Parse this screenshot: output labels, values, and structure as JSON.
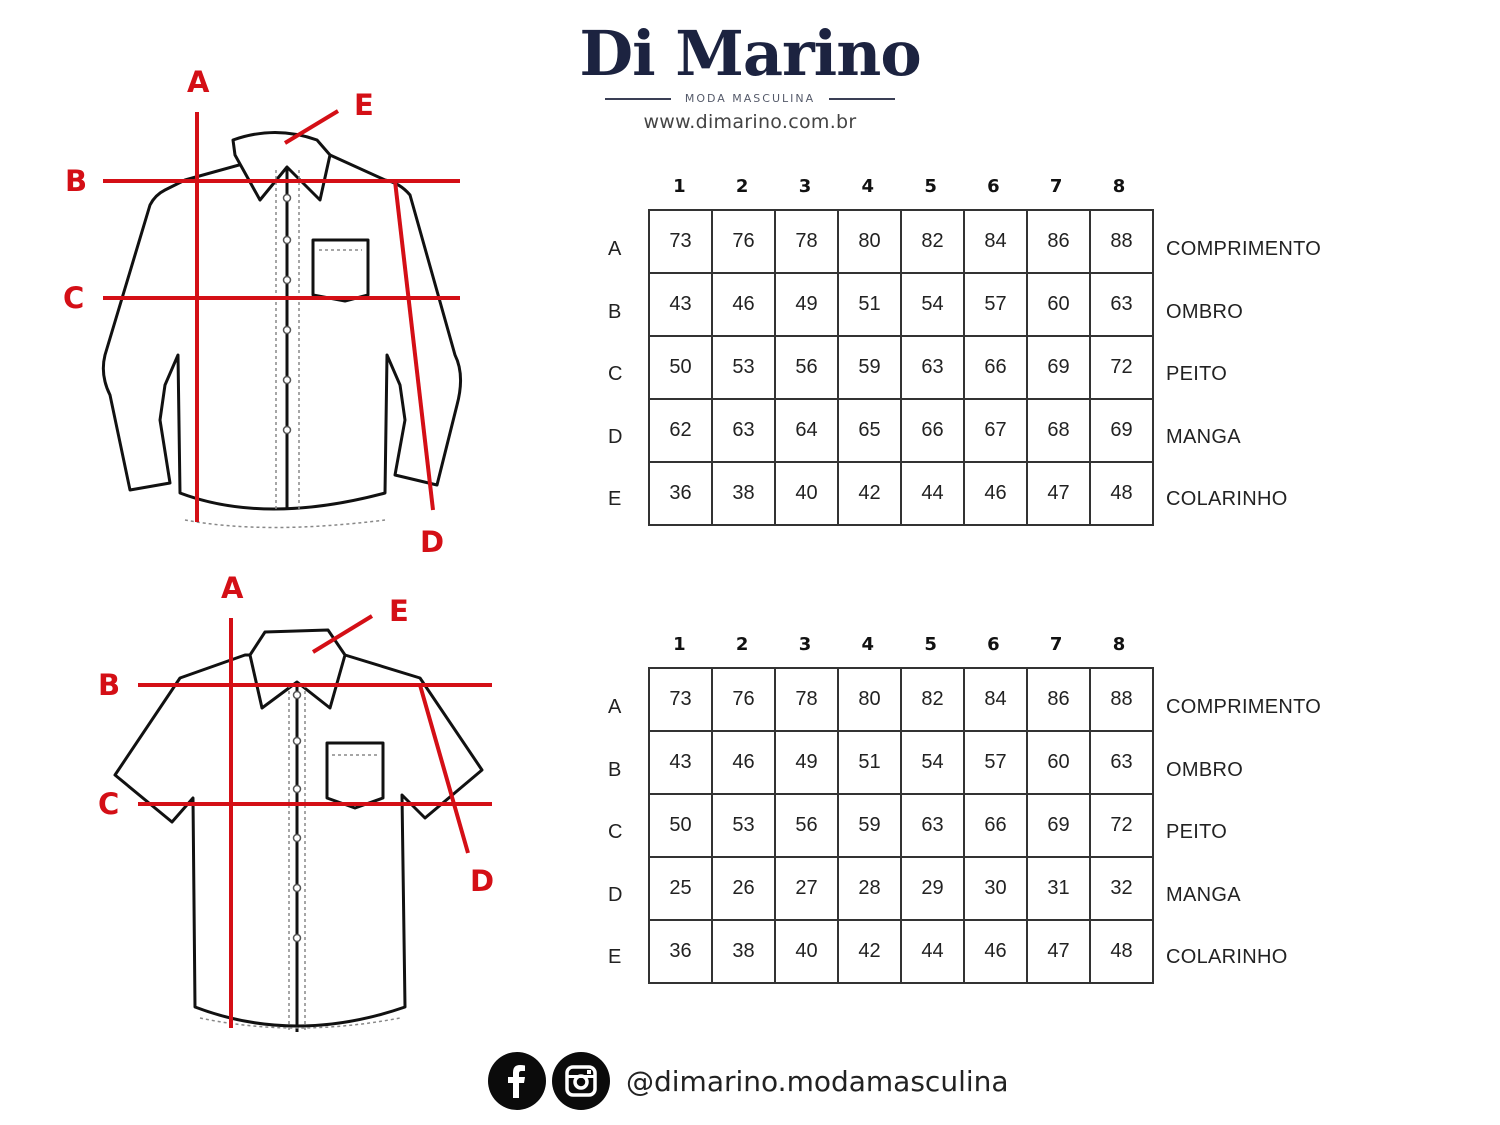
{
  "brand": {
    "name": "Di Marino",
    "tagline": "MODA MASCULINA",
    "website": "www.dimarino.com.br",
    "primary_color": "#1c2340",
    "accent_color": "#d40f16"
  },
  "diagrams": {
    "long_sleeve": {
      "labels": [
        "A",
        "B",
        "C",
        "D",
        "E"
      ],
      "icon": "long-sleeve-shirt-icon"
    },
    "short_sleeve": {
      "labels": [
        "A",
        "B",
        "C",
        "D",
        "E"
      ],
      "icon": "short-sleeve-shirt-icon"
    }
  },
  "tables": {
    "long_sleeve": {
      "columns": [
        "1",
        "2",
        "3",
        "4",
        "5",
        "6",
        "7",
        "8"
      ],
      "rows": [
        {
          "letter": "A",
          "name": "COMPRIMENTO",
          "values": [
            "73",
            "76",
            "78",
            "80",
            "82",
            "84",
            "86",
            "88"
          ]
        },
        {
          "letter": "B",
          "name": "OMBRO",
          "values": [
            "43",
            "46",
            "49",
            "51",
            "54",
            "57",
            "60",
            "63"
          ]
        },
        {
          "letter": "C",
          "name": "PEITO",
          "values": [
            "50",
            "53",
            "56",
            "59",
            "63",
            "66",
            "69",
            "72"
          ]
        },
        {
          "letter": "D",
          "name": "MANGA",
          "values": [
            "62",
            "63",
            "64",
            "65",
            "66",
            "67",
            "68",
            "69"
          ]
        },
        {
          "letter": "E",
          "name": "COLARINHO",
          "values": [
            "36",
            "38",
            "40",
            "42",
            "44",
            "46",
            "47",
            "48"
          ]
        }
      ]
    },
    "short_sleeve": {
      "columns": [
        "1",
        "2",
        "3",
        "4",
        "5",
        "6",
        "7",
        "8"
      ],
      "rows": [
        {
          "letter": "A",
          "name": "COMPRIMENTO",
          "values": [
            "73",
            "76",
            "78",
            "80",
            "82",
            "84",
            "86",
            "88"
          ]
        },
        {
          "letter": "B",
          "name": "OMBRO",
          "values": [
            "43",
            "46",
            "49",
            "51",
            "54",
            "57",
            "60",
            "63"
          ]
        },
        {
          "letter": "C",
          "name": "PEITO",
          "values": [
            "50",
            "53",
            "56",
            "59",
            "63",
            "66",
            "69",
            "72"
          ]
        },
        {
          "letter": "D",
          "name": "MANGA",
          "values": [
            "25",
            "26",
            "27",
            "28",
            "29",
            "30",
            "31",
            "32"
          ]
        },
        {
          "letter": "E",
          "name": "COLARINHO",
          "values": [
            "36",
            "38",
            "40",
            "42",
            "44",
            "46",
            "47",
            "48"
          ]
        }
      ]
    }
  },
  "footer": {
    "icons": [
      "facebook-icon",
      "instagram-icon"
    ],
    "handle": "@dimarino.modamasculina"
  }
}
